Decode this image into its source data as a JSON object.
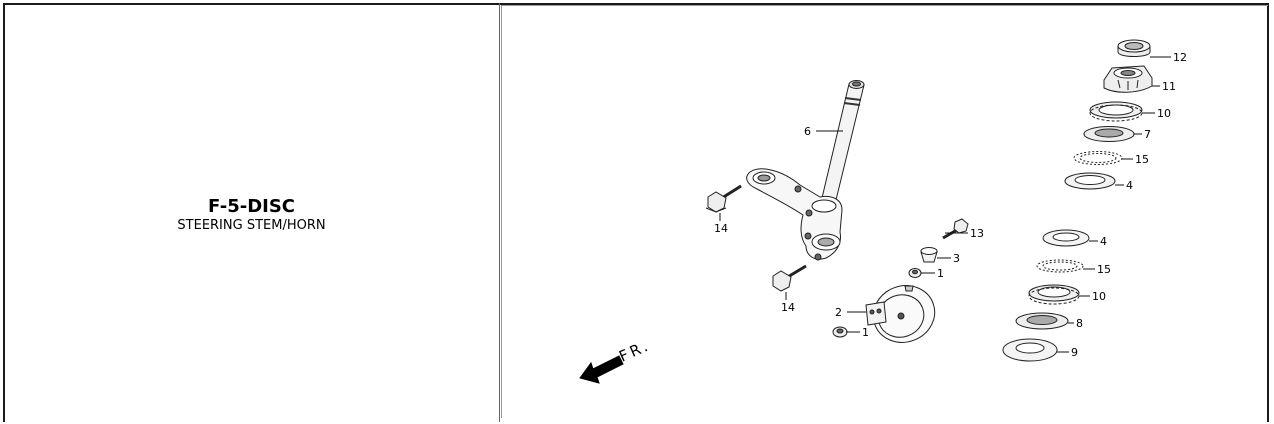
{
  "panel": {
    "code": "F-5-DISC",
    "name": "STEERING STEM/HORN"
  },
  "diagram": {
    "direction_label": "FR.",
    "callouts": [
      "1",
      "1",
      "2",
      "3",
      "4",
      "4",
      "6",
      "7",
      "8",
      "9",
      "10",
      "10",
      "11",
      "12",
      "13",
      "14",
      "14",
      "15",
      "15"
    ]
  }
}
